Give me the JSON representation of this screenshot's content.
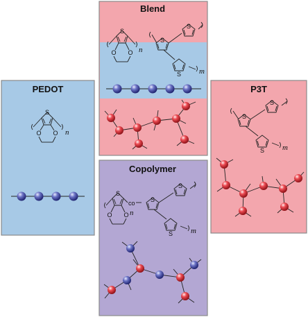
{
  "panels": {
    "pedot": {
      "title": "PEDOT",
      "fill": "#a7c9e6",
      "repeat": "n"
    },
    "blend": {
      "title": "Blend",
      "fill_top": "#f3a6ad",
      "fill_mid": "#a7c9e6",
      "repeat_a": "n",
      "repeat_b": "m"
    },
    "p3t": {
      "title": "P3T",
      "fill": "#f3a6ad",
      "repeat": "m"
    },
    "copolymer": {
      "title": "Copolymer",
      "fill": "#b3a7d3",
      "repeat_a": "n",
      "repeat_b": "m",
      "linker": "co"
    }
  },
  "atoms": {
    "sulfur": "S",
    "oxygen": "O"
  },
  "colors": {
    "blue_bead": "#3a3f9a",
    "red_bead": "#d62b34",
    "border": "#8a8a8a"
  }
}
